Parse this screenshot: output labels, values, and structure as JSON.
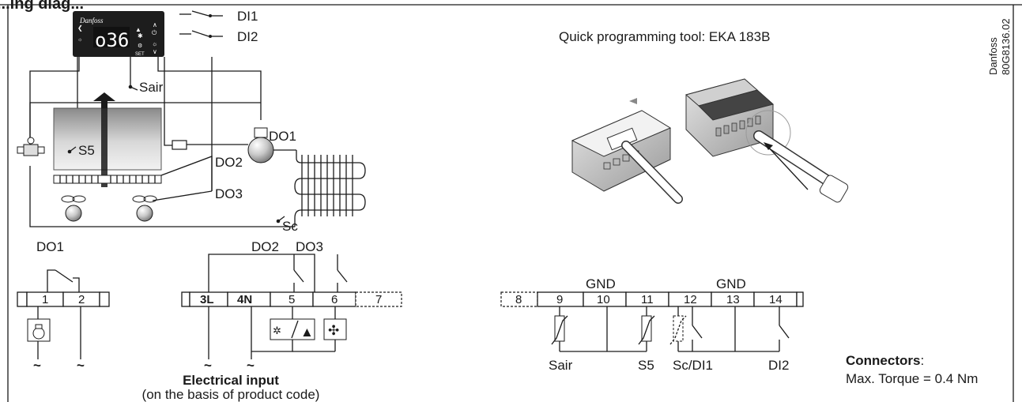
{
  "title_partial": "...ing diag...",
  "controller": {
    "display": "o36",
    "brand": "Danfoss",
    "set_label": "SET"
  },
  "digital_inputs": {
    "di1": "DI1",
    "di2": "DI2"
  },
  "sensors": {
    "sair": "Sair",
    "s5": "S5",
    "sc": "Sc"
  },
  "outputs": {
    "do1": "DO1",
    "do2": "DO2",
    "do3": "DO3"
  },
  "programming_tool": "Quick programming tool: EKA 183B",
  "drawing_ref": {
    "company": "Danfoss",
    "code": "80G8136.02"
  },
  "left_terminals": {
    "do1_label": "DO1",
    "blocks": [
      "1",
      "2"
    ],
    "tilde": "~"
  },
  "mid_terminals": {
    "do2_label": "DO2",
    "do3_label": "DO3",
    "blocks": [
      "3L",
      "4N",
      "5",
      "6",
      "7"
    ],
    "tilde": "~",
    "electrical_input": "Electrical input",
    "electrical_note": "(on the basis of product code)"
  },
  "right_terminals": {
    "gnd1": "GND",
    "gnd2": "GND",
    "blocks": [
      "8",
      "9",
      "10",
      "11",
      "12",
      "13",
      "14"
    ],
    "bottom_labels": [
      "Sair",
      "S5",
      "Sc/DI1",
      "DI2"
    ]
  },
  "connectors": {
    "title": "Connectors",
    "colon": ":",
    "torque": "Max. Torque = 0.4 Nm"
  }
}
